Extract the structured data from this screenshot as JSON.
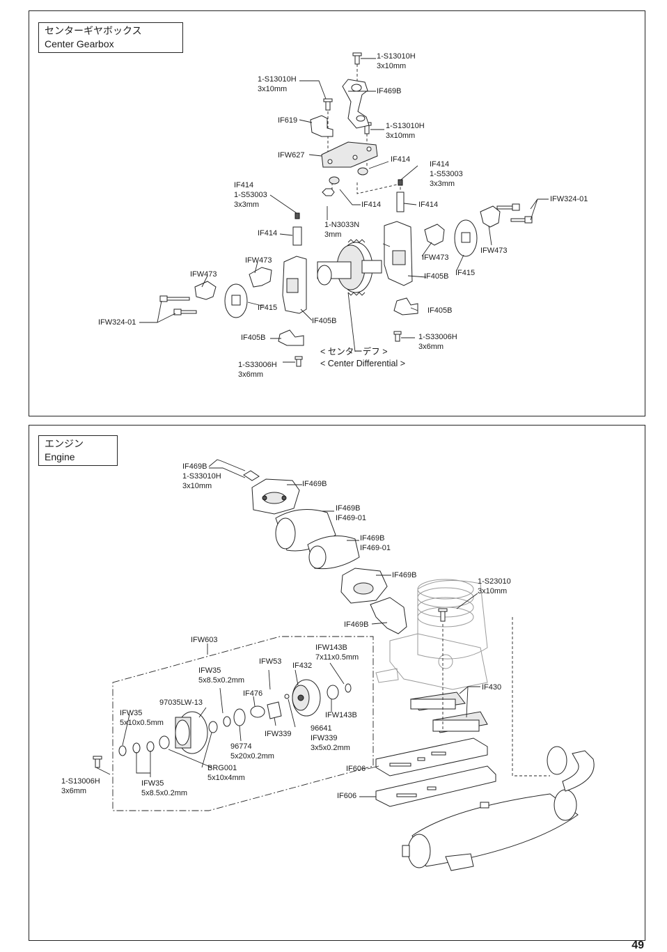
{
  "page_number": "49",
  "sections": {
    "gearbox": {
      "title_ja": "センターギヤボックス",
      "title_en": "Center Gearbox",
      "center_diff_ja": "< センターデフ >",
      "center_diff_en": "< Center Differential >"
    },
    "engine": {
      "title_ja": "エンジン",
      "title_en": "Engine"
    }
  },
  "gearbox_labels": [
    [
      "1-S13010H",
      "3x10mm"
    ],
    [
      "IF469B"
    ],
    [
      "1-S13010H",
      "3x10mm"
    ],
    [
      "IF619"
    ],
    [
      "1-S13010H",
      "3x10mm"
    ],
    [
      "IFW627"
    ],
    [
      "IF414"
    ],
    [
      "IF414",
      "1-S53003",
      "3x3mm"
    ],
    [
      "IF414",
      "1-S53003",
      "3x3mm"
    ],
    [
      "IF414"
    ],
    [
      "IF414"
    ],
    [
      "1-N3033N",
      "3mm"
    ],
    [
      "IFW324-01"
    ],
    [
      "IF414"
    ],
    [
      "IFW473"
    ],
    [
      "IFW473"
    ],
    [
      "IFW473"
    ],
    [
      "IFW473"
    ],
    [
      "IF415"
    ],
    [
      "IF415"
    ],
    [
      "IF405B"
    ],
    [
      "IF405B"
    ],
    [
      "IF405B"
    ],
    [
      "IF405B"
    ],
    [
      "IFW324-01"
    ],
    [
      "1-S33006H",
      "3x6mm"
    ],
    [
      "1-S33006H",
      "3x6mm"
    ]
  ],
  "engine_labels": [
    [
      "IF469B",
      "1-S33010H",
      "3x10mm"
    ],
    [
      "IF469B"
    ],
    [
      "IF469B",
      "IF469-01"
    ],
    [
      "IF469B",
      "IF469-01"
    ],
    [
      "IF469B"
    ],
    [
      "1-S23010",
      "3x10mm"
    ],
    [
      "IF469B"
    ],
    [
      "IFW603"
    ],
    [
      "IFW143B",
      "7x11x0.5mm"
    ],
    [
      "IFW53"
    ],
    [
      "IF432"
    ],
    [
      "IFW35",
      "5x8.5x0.2mm"
    ],
    [
      "IF476"
    ],
    [
      "97035LW-13"
    ],
    [
      "IFW35",
      "5x10x0.5mm"
    ],
    [
      "IFW143B"
    ],
    [
      "IFW339"
    ],
    [
      "96641",
      "IFW339",
      "3x5x0.2mm"
    ],
    [
      "96774",
      "5x20x0.2mm"
    ],
    [
      "IF430"
    ],
    [
      "1-S13006H",
      "3x6mm"
    ],
    [
      "BRG001",
      "5x10x4mm"
    ],
    [
      "IFW35",
      "5x8.5x0.2mm"
    ],
    [
      "IF606"
    ],
    [
      "IF606"
    ]
  ]
}
